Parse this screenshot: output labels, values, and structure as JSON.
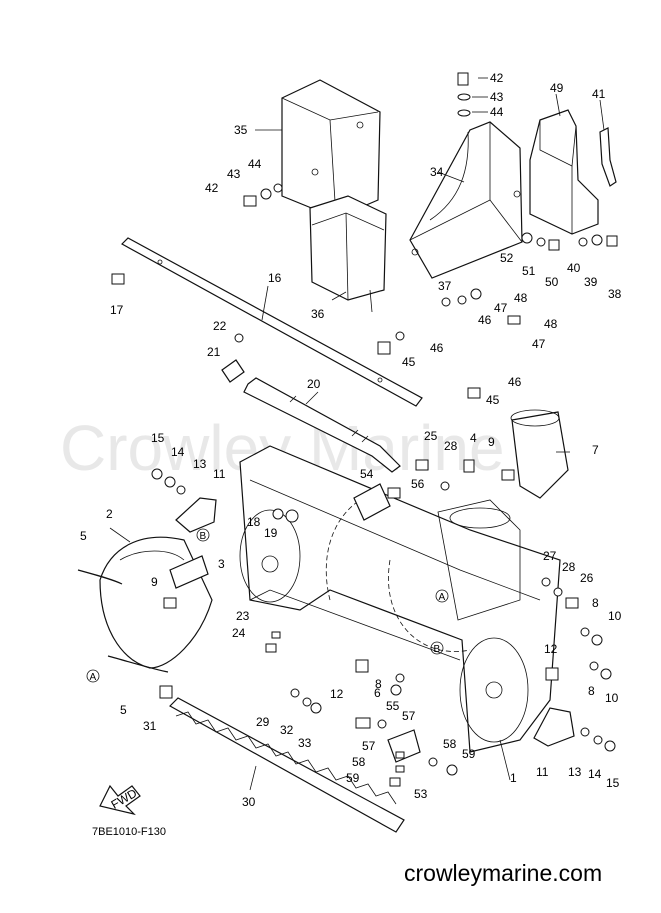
{
  "diagram_code": "7BE1010-F130",
  "website": "crowleymarine.com",
  "watermark": "Crowley Marine",
  "direction_label": "FWD",
  "reference_markers": [
    "A",
    "B"
  ],
  "callouts": [
    "1",
    "2",
    "3",
    "4",
    "5",
    "6",
    "7",
    "8",
    "9",
    "10",
    "11",
    "12",
    "13",
    "14",
    "15",
    "16",
    "17",
    "18",
    "19",
    "20",
    "21",
    "22",
    "23",
    "24",
    "25",
    "26",
    "27",
    "28",
    "29",
    "30",
    "31",
    "32",
    "33",
    "34",
    "35",
    "36",
    "37",
    "38",
    "39",
    "40",
    "41",
    "42",
    "43",
    "44",
    "45",
    "46",
    "47",
    "48",
    "49",
    "50",
    "51",
    "52",
    "53",
    "54",
    "55",
    "56",
    "57",
    "58",
    "59"
  ]
}
